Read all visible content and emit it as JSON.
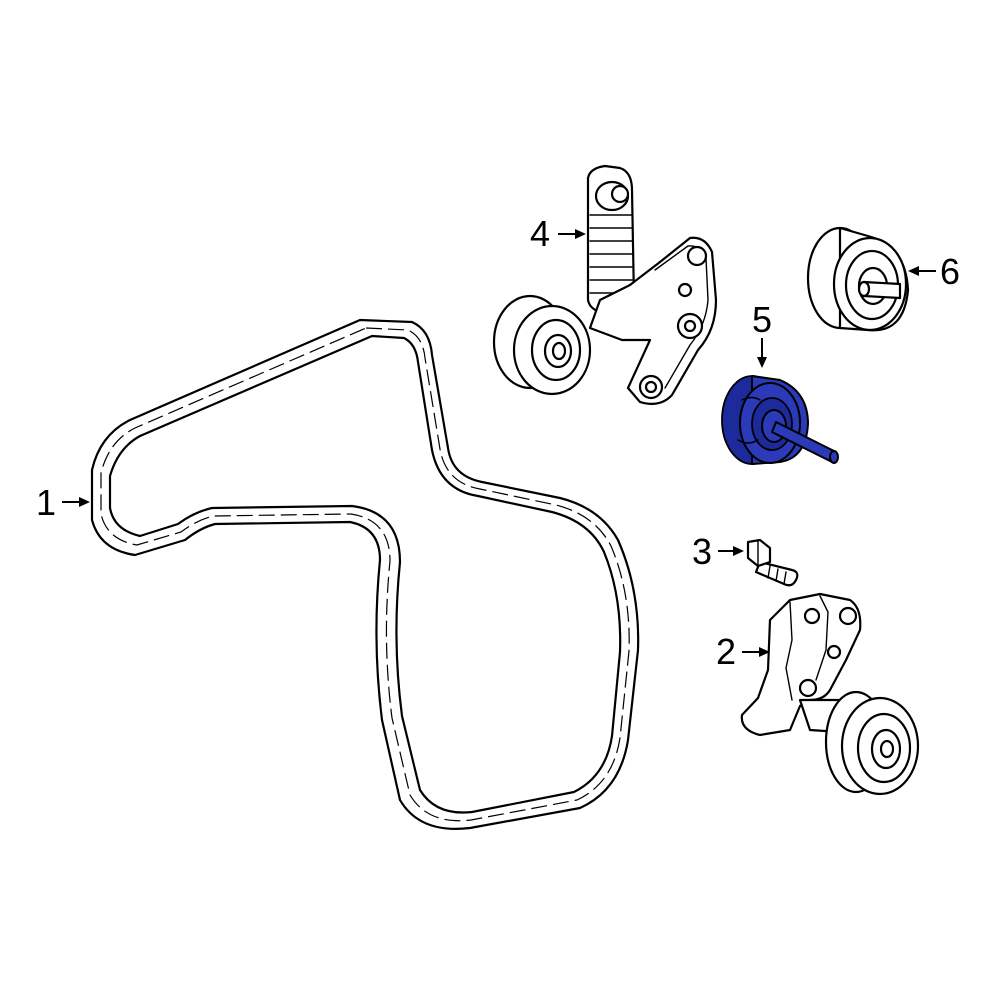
{
  "callouts": [
    {
      "id": "1",
      "label": "1"
    },
    {
      "id": "2",
      "label": "2"
    },
    {
      "id": "3",
      "label": "3"
    },
    {
      "id": "4",
      "label": "4"
    },
    {
      "id": "5",
      "label": "5"
    },
    {
      "id": "6",
      "label": "6"
    }
  ],
  "highlight_color": "#2b3ab8",
  "highlighted_part": "5"
}
